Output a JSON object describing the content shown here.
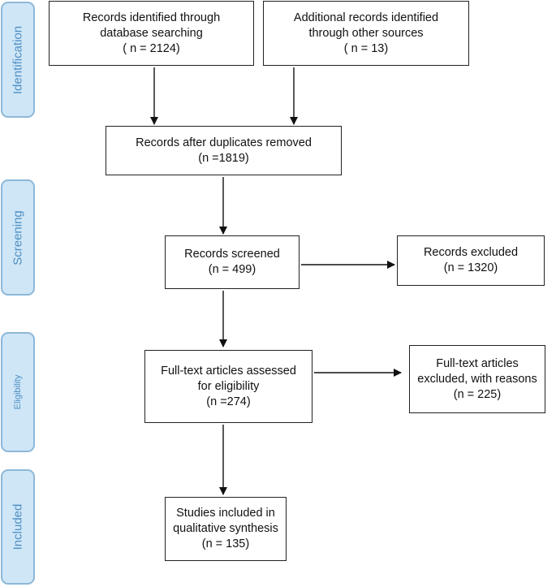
{
  "stages": {
    "identification": "Identification",
    "screening": "Screening",
    "eligibility": "Eligibility",
    "included": "Included"
  },
  "boxes": {
    "database_records": {
      "line1": "Records identified through",
      "line2": "database searching",
      "count": "( n = 2124)"
    },
    "other_records": {
      "line1": "Additional records identified",
      "line2": "through other sources",
      "count": "( n = 13)"
    },
    "after_duplicates": {
      "line1": "Records after duplicates removed",
      "count": "(n =1819)"
    },
    "screened": {
      "line1": "Records screened",
      "count": "(n = 499)"
    },
    "excluded": {
      "line1": "Records excluded",
      "count": "(n = 1320)"
    },
    "fulltext_assessed": {
      "line1": "Full-text articles assessed",
      "line2": "for eligibility",
      "count": "(n =274)"
    },
    "fulltext_excluded": {
      "line1": "Full-text articles",
      "line2": "excluded, with reasons",
      "count": "(n = 225)"
    },
    "included_studies": {
      "line1": "Studies included in",
      "line2": "qualitative synthesis",
      "count": "(n = 135)"
    }
  }
}
